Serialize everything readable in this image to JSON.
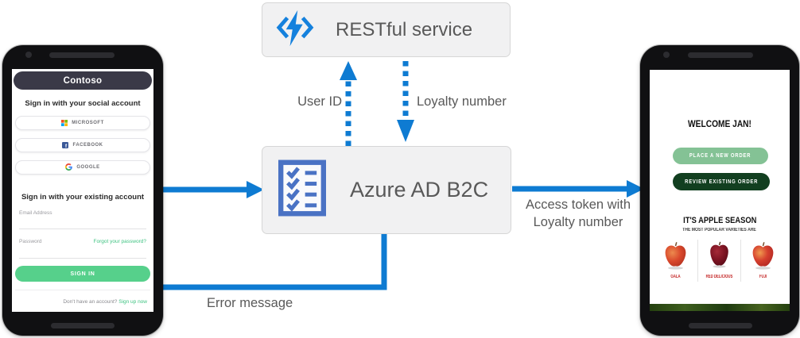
{
  "diagram": {
    "restful_service": {
      "label": "RESTful service",
      "icon": "lightning-code-icon"
    },
    "azure_ad_b2c": {
      "label": "Azure AD B2C",
      "icon": "checklist-icon"
    },
    "labels": {
      "user_id": "User ID",
      "loyalty_number": "Loyalty number",
      "access_token_line1": "Access token with",
      "access_token_line2": "Loyalty number",
      "error_message": "Error message"
    },
    "colors": {
      "arrow_blue": "#0e7bd2",
      "node_background": "#f1f1f2",
      "node_border": "#d6d6d6",
      "label_text": "#595959",
      "functions_icon_blue": "#1581dd",
      "checklist_icon_blue": "#4a72c4"
    }
  },
  "signin_phone": {
    "app_title": "Contoso",
    "social_heading": "Sign in with your social account",
    "social_buttons": [
      {
        "label": "MICROSOFT",
        "icon": "microsoft-logo"
      },
      {
        "label": "FACEBOOK",
        "icon": "facebook-logo"
      },
      {
        "label": "GOOGLE",
        "icon": "google-logo"
      }
    ],
    "existing_heading": "Sign in with your existing account",
    "email_label": "Email Address",
    "password_label": "Password",
    "forgot_link": "Forgot your password?",
    "signin_button": "SIGN IN",
    "signup_prompt": "Don't have an account? ",
    "signup_link": "Sign up now",
    "colors": {
      "header_bar": "#3a3947",
      "signin_green": "#56d08b",
      "link_green": "#3fc382"
    }
  },
  "welcome_phone": {
    "welcome_heading": "WELCOME JAN!",
    "new_order_button": "PLACE A NEW ORDER",
    "review_order_button": "REVIEW EXISTING ORDER",
    "season_heading": "IT'S APPLE SEASON",
    "season_subheading": "THE MOST POPULAR VARIETIES ARE",
    "apples": [
      {
        "name": "GALA"
      },
      {
        "name": "RED DELICIOUS"
      },
      {
        "name": "FUJI"
      }
    ],
    "colors": {
      "new_order_green": "#84c295",
      "review_order_green": "#123f20",
      "apple_label_red": "#c32222"
    }
  }
}
